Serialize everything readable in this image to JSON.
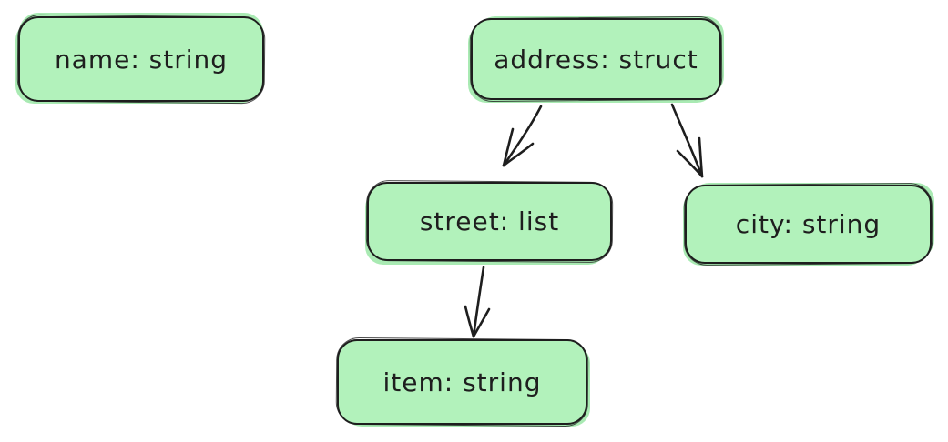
{
  "diagram": {
    "type": "tree",
    "style": "hand-drawn",
    "colors": {
      "background": "#ffffff",
      "node_fill": "#b2f2bb",
      "node_stroke": "#1e1e1e",
      "arrow": "#1e1e1e",
      "text": "#1e1e1e"
    },
    "nodes": {
      "name": {
        "label": "name: string"
      },
      "address": {
        "label": "address: struct"
      },
      "street": {
        "label": "street: list"
      },
      "city": {
        "label": "city: string"
      },
      "item": {
        "label": "item: string"
      }
    },
    "edges": [
      {
        "from": "address",
        "to": "street"
      },
      {
        "from": "address",
        "to": "city"
      },
      {
        "from": "street",
        "to": "item"
      }
    ]
  }
}
